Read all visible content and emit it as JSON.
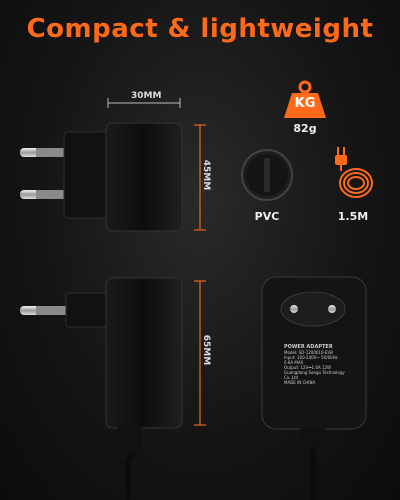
{
  "headline": "Compact & lightweight",
  "colors": {
    "accent": "#ff6a1a",
    "background": "#151515",
    "text": "#ffffff"
  },
  "dimensions": {
    "width": "30MM",
    "height_top": "45MM",
    "height_bottom": "65MM"
  },
  "specs": {
    "weight_badge": "KG",
    "weight": "82g",
    "material": "PVC",
    "cable_length": "1.5M"
  },
  "icons": [
    "weight-icon",
    "pvc-icon",
    "cable-icon"
  ],
  "adapter_label": {
    "title": "POWER ADAPTER",
    "lines": [
      "Model: SD-1200010-EVB",
      "Input: 100-240V~ 50/60Hz 0.6A MAX",
      "Output: 12V⎓1.0A 12W",
      "Guangdong Sangu Technology Co.,Ltd",
      "MADE IN CHINA"
    ]
  }
}
